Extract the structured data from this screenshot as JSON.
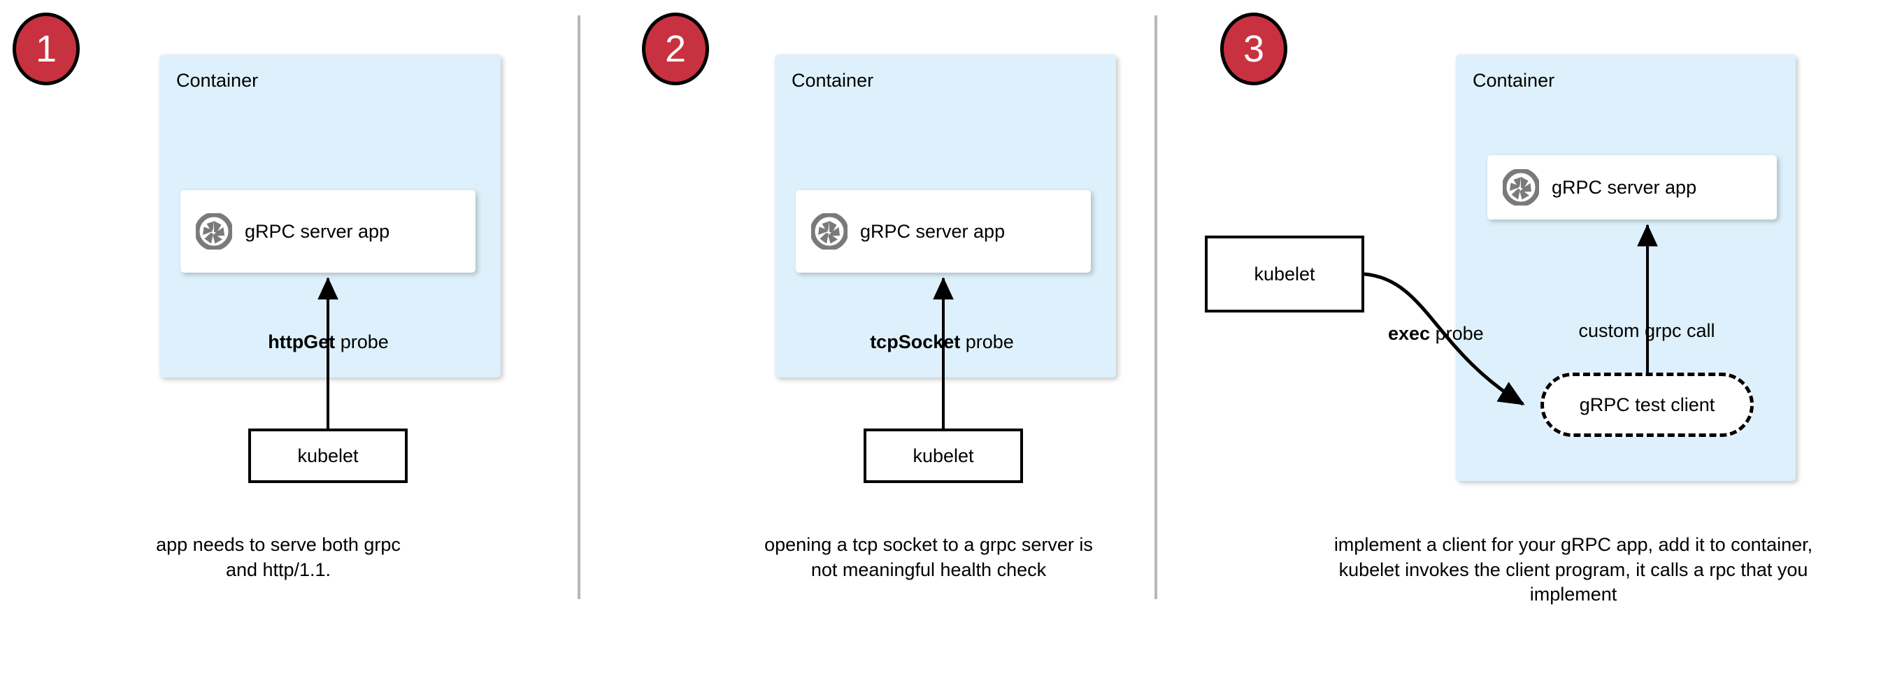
{
  "panels": [
    {
      "badge": "1",
      "container_label": "Container",
      "app_label": "gRPC server app",
      "app_icon": "grpc-aperture-icon",
      "probe_label_bold": "httpGet",
      "probe_label_rest": " probe",
      "kubelet_label": "kubelet",
      "caption": "app needs to serve both grpc and http/1.1."
    },
    {
      "badge": "2",
      "container_label": "Container",
      "app_label": "gRPC server app",
      "app_icon": "grpc-aperture-icon",
      "probe_label_bold": "tcpSocket",
      "probe_label_rest": " probe",
      "kubelet_label": "kubelet",
      "caption": "opening a tcp socket to a grpc server is not meaningful health check"
    },
    {
      "badge": "3",
      "container_label": "Container",
      "app_label": "gRPC server app",
      "app_icon": "grpc-aperture-icon",
      "probe_label_bold": "exec",
      "probe_label_rest": " probe",
      "kubelet_label": "kubelet",
      "call_label": "custom grpc call",
      "test_client_label": "gRPC test client",
      "caption": "implement a client for your gRPC app, add it to container, kubelet invokes the client program, it calls a rpc that you implement"
    }
  ],
  "colors": {
    "badge_fill": "#c8313f",
    "badge_text": "#ffffff",
    "badge_stroke": "#000000",
    "container_fill": "#ddf0fb",
    "card_fill": "#ffffff",
    "icon_gray": "#7a7a7a",
    "divider_gray": "#b8b8b8",
    "stroke": "#000000"
  }
}
